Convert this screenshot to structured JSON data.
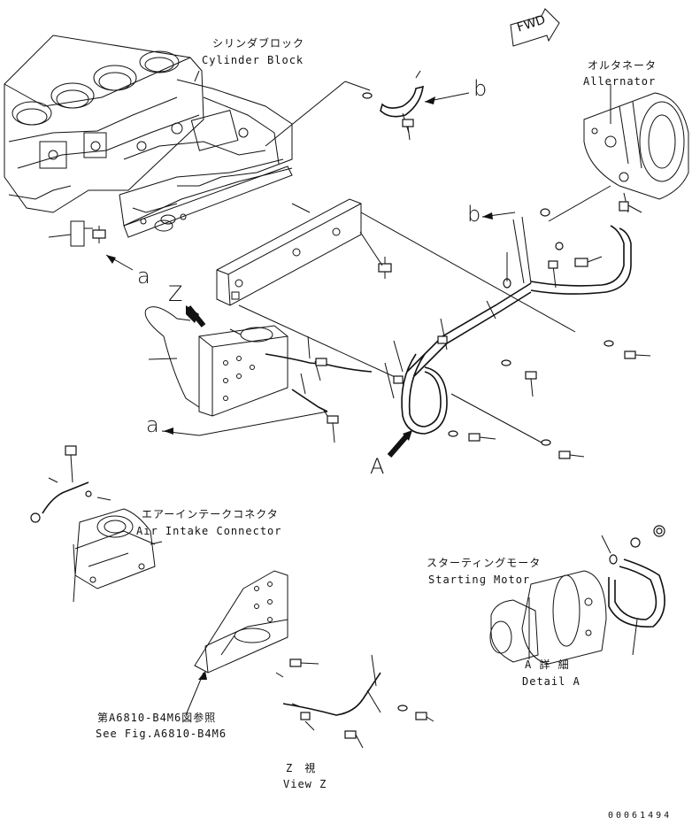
{
  "fwd_label": "FWD",
  "labels": {
    "cylinder_block_jp": "シリンダブロック",
    "cylinder_block_en": "Cylinder Block",
    "alternator_jp": "オルタネータ",
    "alternator_en": "Allernator",
    "air_intake_jp": "エアーインテークコネクタ",
    "air_intake_en": "Air Intake Connector",
    "starting_motor_jp": "スターティングモータ",
    "starting_motor_en": "Startinɡ Motor",
    "detail_a_jp": "A 詳 細",
    "detail_a_en": "Detail A",
    "see_fig_jp": "第A6810-B4M6図参照",
    "see_fig_en": "See Fig.A6810-B4M6",
    "view_z_jp": "Z　視",
    "view_z_en": "View Z"
  },
  "callouts": {
    "a_top": "a",
    "a_bottom": "a",
    "b_top": "b",
    "b_mid": "b",
    "z": "Z",
    "big_a": "A"
  },
  "drawing_code": "00061494"
}
